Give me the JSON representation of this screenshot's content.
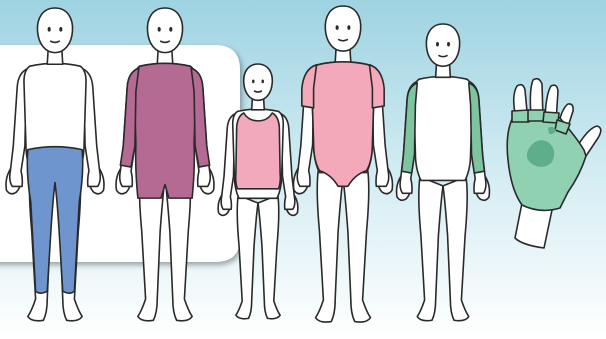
{
  "scene": {
    "background": {
      "top": "#9ed3e2",
      "mid": "#d7eef4",
      "bottom": "#ffffff"
    },
    "panel_fill": "#ffffff",
    "skin": "#ffffff",
    "outline": "#2a2a2a",
    "figures": [
      {
        "name": "figure-leggings",
        "garment": "leggings",
        "color": "#6f95cf"
      },
      {
        "name": "figure-long-sleeve-shorts-suit",
        "garment": "long-sleeve-shorts-suit",
        "color": "#b46a93"
      },
      {
        "name": "figure-vest-child",
        "garment": "vest",
        "color": "#f2a9bb"
      },
      {
        "name": "figure-short-sleeve-bodysuit",
        "garment": "short-sleeve-bodysuit",
        "color": "#f4a9ba"
      },
      {
        "name": "figure-arm-sleeves",
        "garment": "arm-sleeves",
        "color": "#7dc49f"
      }
    ],
    "glove": {
      "name": "fingerless-glove",
      "color": "#8fd1b1",
      "patch": "#5fae8a"
    }
  }
}
